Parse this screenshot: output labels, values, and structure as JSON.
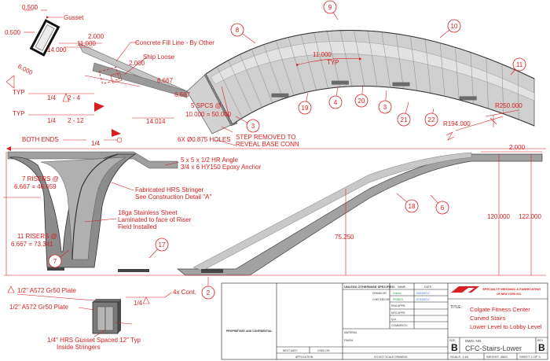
{
  "colors": {
    "annotation": "#d81e1e",
    "part_fill": "#8f8f8f",
    "part_dark": "#5a5a5a",
    "part_light": "#c4c4c4",
    "line": "#222222"
  },
  "gusset_detail": {
    "dim_top": "0.500",
    "dim_left": "0.500",
    "dim_side": "6.000",
    "label": "Gusset"
  },
  "plan": {
    "dims": {
      "d2000a": "2.000",
      "d11000a": "11.000",
      "d14000": "14.000",
      "d2000b": "2.000",
      "d6667a": "6.667",
      "d6667b": "6.667",
      "d14014": "14.014",
      "spcs": "5 SPCS @",
      "spcs_total": "10.000 = 50.000",
      "d11000b": "11.000",
      "typ": "TYP",
      "r250": "R250.000",
      "r194": "R194.000",
      "holes": "6X Ø0.875 HOLES"
    },
    "notes": {
      "concrete": "Concrete Fill Line - By Other",
      "ship_loose": "Ship Loose",
      "step_removed_1": "STEP REMOVED TO",
      "step_removed_2": "REVEAL BASE CONN"
    },
    "welds": {
      "typ1": "TYP",
      "w1": "1/4",
      "w1b": "2 - 4",
      "typ2": "TYP",
      "w2": "1/4",
      "w2b": "2 - 12",
      "both_ends": "BOTH ENDS",
      "w3": "1/4"
    },
    "callouts": [
      "9",
      "8",
      "10",
      "11",
      "19",
      "4",
      "20",
      "3",
      "21",
      "22",
      "3"
    ]
  },
  "elevation": {
    "notes": {
      "angle_1": "5 x 5 x 1/2 HR Angle",
      "angle_2": "3/4 x 6 HY150 Epoxy Anchor",
      "stringer_1": "Fabricated HRS Stringer",
      "stringer_2": "See Construction Detail \"A\"",
      "sheet_1": "18ga Stainless Sheet",
      "sheet_2": "Laminated to face of Riser",
      "sheet_3": "Field Installed"
    },
    "dims": {
      "risers7_a": "7 RISERS @",
      "risers7_b": "6.667 = 46.659",
      "risers11_a": "11 RISERS @",
      "risers11_b": "6.667 = 73.341",
      "d2000": "2.000",
      "d120": "120.000",
      "d122": "122.000",
      "d75": "75.250"
    },
    "callouts": [
      "18",
      "6",
      "7",
      "17",
      "2"
    ]
  },
  "plate_detail": {
    "plate1": "1/2\" A572 Gr50 Plate",
    "plate2": "1/2\" A572 Gr50 Plate",
    "weld": "1/4",
    "cont": "4x Cont.",
    "gusset_1": "1/4\" HRS Gusset Spaced 12\" Typ",
    "gusset_2": "Inside Stringers"
  },
  "title_block": {
    "unless": "UNLESS OTHERWISE SPECIFIED:",
    "name_head": "NAME",
    "date_head": "DATE",
    "drawn": "DRAWN BY",
    "drawn_name": "Grimes",
    "drawn_date": "03/15/2017",
    "checked": "CHECKED BY",
    "checked_name": "PRINDO",
    "checked_date": "07/15/2017",
    "eng_appr": "ENG APPR.",
    "mfg_appr": "MFG APPR.",
    "qa": "Q.A.",
    "comments": "COMMENTS:",
    "material": "MATERIAL",
    "finish": "FINISH",
    "next_assy": "NEXT ASSY",
    "used_on": "USED ON",
    "application": "APPLICATION",
    "do_not_scale": "DO NOT SCALE DRAWING",
    "proprietary": "PROPRIETARY AND CONFIDENTIAL",
    "company_1": "SPECIALTY WELDING & FABRICATING",
    "company_2": "OF NEW YORK INC.",
    "title_label": "TITLE:",
    "title_1": "Colgate Fitness Center",
    "title_2": "Curved Stairs",
    "title_3": "Lower Level to Lobby Level",
    "size_label": "SIZE",
    "size": "B",
    "dwg_label": "DWG. NO.",
    "dwg_no": "CFC-Stairs-Lower",
    "rev_label": "REV",
    "rev": "B",
    "scale": "SCALE: 1:64",
    "weight": "WEIGHT: 4563",
    "sheet": "SHEET 2 OF 3"
  }
}
